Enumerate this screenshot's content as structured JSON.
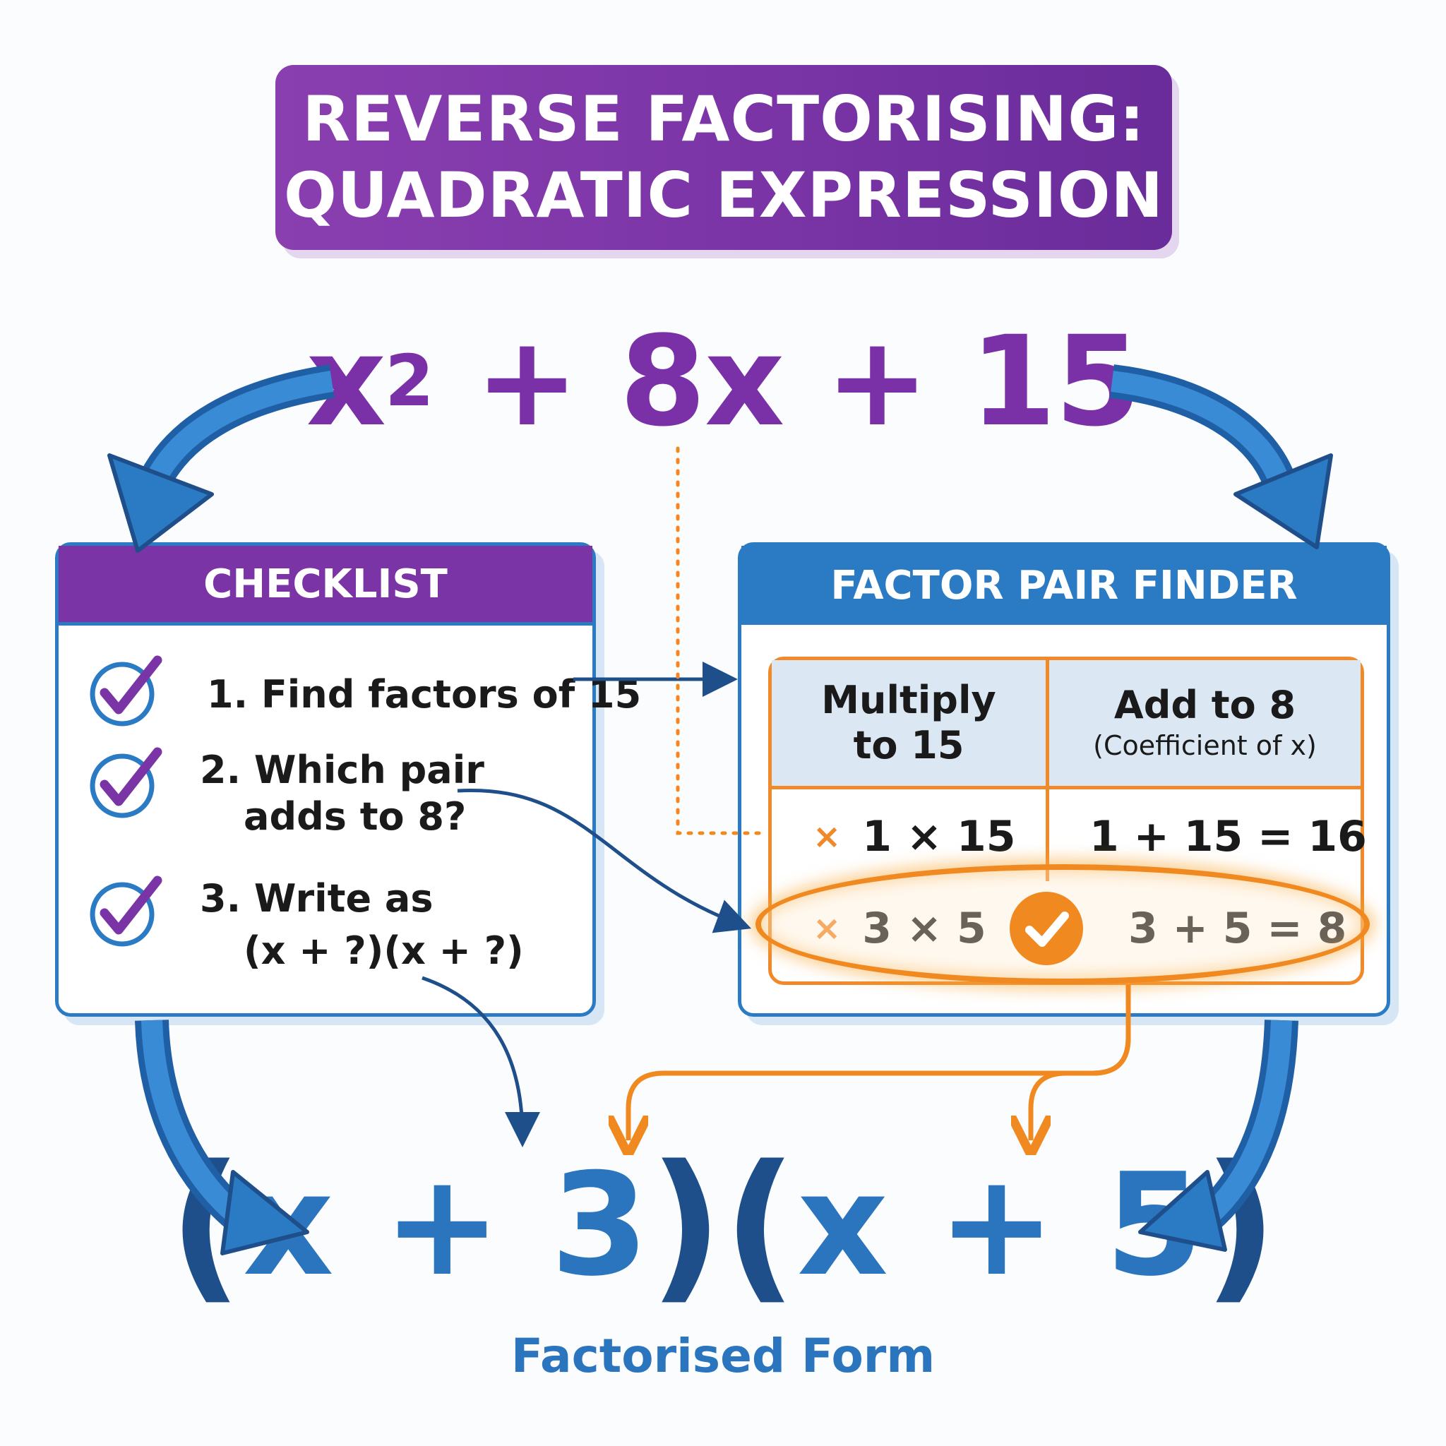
{
  "title": {
    "line1": "REVERSE FACTORISING:",
    "line2": "QUADRATIC EXPRESSION"
  },
  "expression": {
    "base": "x",
    "exponent": "2",
    "rest": "+ 8x + 15"
  },
  "checklist": {
    "header": "CHECKLIST",
    "items": [
      {
        "lines": [
          "1. Find factors of 15"
        ]
      },
      {
        "lines": [
          "2. Which pair",
          "adds to 8?"
        ]
      },
      {
        "lines": [
          "3. Write as",
          "(x + ?)(x + ?)"
        ]
      }
    ]
  },
  "finder": {
    "header": "FACTOR PAIR FINDER",
    "columns": [
      {
        "lines": [
          "Multiply",
          "to 15"
        ]
      },
      {
        "lines": [
          "Add to 8"
        ],
        "sub": "(Coefficient of x)"
      }
    ],
    "rows": [
      {
        "marker": "×",
        "product": "1 × 15",
        "sum": "1 + 15 = 16",
        "valid": false
      },
      {
        "marker": "×",
        "product": "3 × 5",
        "sum": "3 + 5 = 8",
        "valid": true
      }
    ]
  },
  "result": {
    "open1": "(",
    "term1": "x + 3",
    "close1": ")",
    "open2": "(",
    "term2": "x + 5",
    "close2": ")",
    "caption": "Factorised Form"
  },
  "colors": {
    "purple": "#7a34a6",
    "blue": "#2a7bc4",
    "dark_blue": "#1f4f8a",
    "orange": "#f08a20"
  }
}
